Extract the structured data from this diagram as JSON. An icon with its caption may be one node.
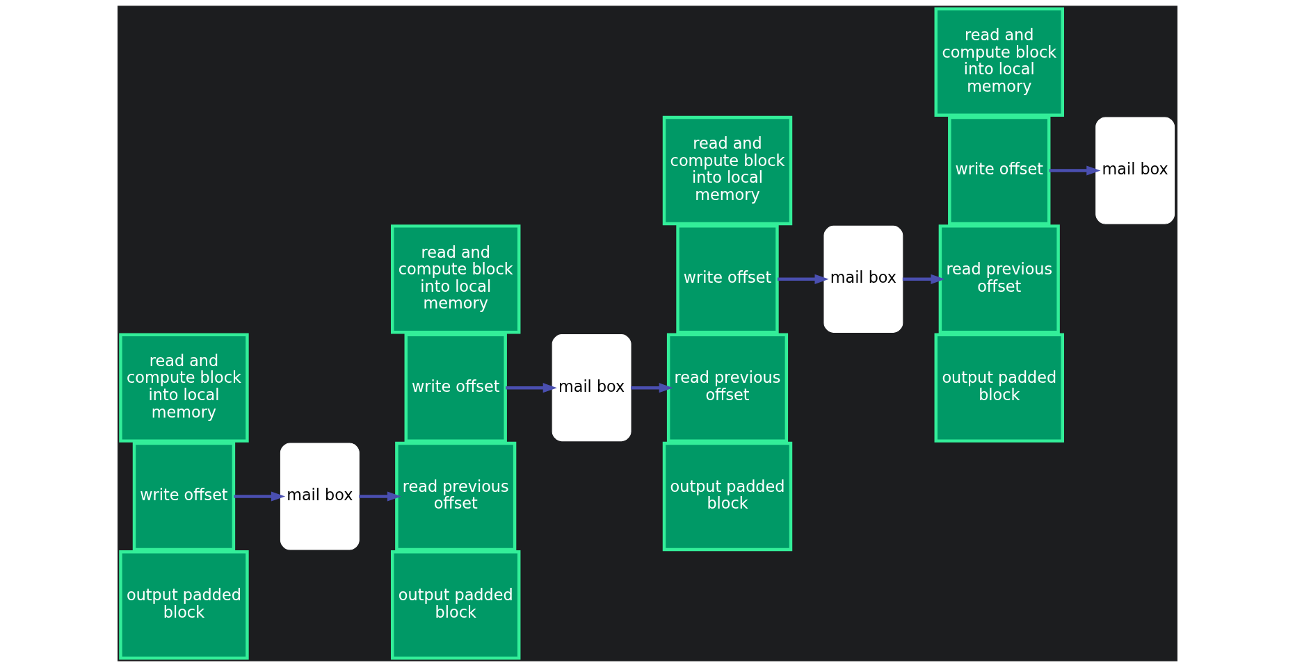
{
  "diagram": {
    "nodes": [
      {
        "text": [
          "read and compute block into local memory"
        ]
      },
      {
        "text": [
          "write offset"
        ]
      },
      {
        "text": [
          "output padded block"
        ]
      },
      {
        "text": [
          "mail box"
        ]
      },
      {
        "text": [
          "read and compute block into local memory"
        ]
      },
      {
        "text": [
          "write offset"
        ]
      },
      {
        "text": [
          "read previous offset"
        ]
      },
      {
        "text": [
          "output padded block"
        ]
      },
      {
        "text": [
          "mail box"
        ]
      },
      {
        "text": [
          "read and compute block into local memory"
        ]
      },
      {
        "text": [
          "write offset"
        ]
      },
      {
        "text": [
          "read previous offset"
        ]
      },
      {
        "text": [
          "output padded block"
        ]
      },
      {
        "text": [
          "mail box"
        ]
      },
      {
        "text": [
          "read and compute block into local memory"
        ]
      },
      {
        "text": [
          "write offset"
        ]
      },
      {
        "text": [
          "read previous offset"
        ]
      },
      {
        "text": [
          "output padded block"
        ]
      },
      {
        "text": [
          "mail box"
        ]
      }
    ],
    "edges": [
      {
        "from": 1,
        "to": 3,
        "arrow": "to"
      },
      {
        "from": 3,
        "to": 6,
        "arrow": "to"
      },
      {
        "from": 5,
        "to": 8,
        "arrow": "to"
      },
      {
        "from": 8,
        "to": 11,
        "arrow": "to"
      },
      {
        "from": 10,
        "to": 13,
        "arrow": "to"
      },
      {
        "from": 13,
        "to": 16,
        "arrow": "to"
      },
      {
        "from": 15,
        "to": 18,
        "arrow": "to"
      }
    ]
  }
}
